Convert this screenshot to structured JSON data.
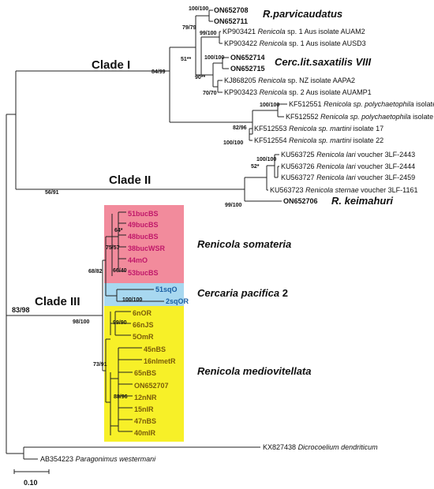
{
  "clades": {
    "clade1": "Clade I",
    "clade2": "Clade II",
    "clade3": "Clade III"
  },
  "group_labels": {
    "parvicaudatus": "R.parvicaudatus",
    "saxatilis": "Cerc.lit.saxatilis VIII",
    "keimahuri": "R. keimahuri",
    "somateria": "Renicola somateria",
    "pacifica_italic": "Cercaria pacifica",
    "pacifica_num": "2",
    "mediovitellata": "Renicola mediovitellata"
  },
  "tips": {
    "on652708": "ON652708",
    "on652711": "ON652711",
    "kp903421_acc": "KP903421",
    "kp903421_sp": "Renicola",
    "kp903421_rest": "sp. 1 Aus isolate AUAM2",
    "kp903422_acc": "KP903422",
    "kp903422_sp": "Renicola",
    "kp903422_rest": "sp. 1 Aus isolate AUSD3",
    "on652714": "ON652714",
    "on652715": "ON652715",
    "kj868205_acc": "KJ868205",
    "kj868205_sp": "Renicola",
    "kj868205_rest": "sp. NZ isolate AAPA2",
    "kp903423_acc": "KP903423",
    "kp903423_sp": "Renicola",
    "kp903423_rest": "sp. 2 Aus isolate AUAMP1",
    "kf512551_acc": "KF512551",
    "kf512551_sp": "Renicola sp. polychaetophila",
    "kf512551_rest": "isolate",
    "kf512552_acc": "KF512552",
    "kf512552_sp": "Renicola sp. polychaetophila",
    "kf512552_rest": "isolate",
    "kf512553_acc": "KF512553",
    "kf512553_sp": "Renicola sp. martini",
    "kf512553_rest": "isolate 17",
    "kf512554_acc": "KF512554",
    "kf512554_sp": "Renicola sp. martini",
    "kf512554_rest": "isolate 22",
    "ku563725_acc": "KU563725",
    "ku563725_sp": "Renicola lari",
    "ku563725_rest": "voucher 3LF-2443",
    "ku563726_acc": "KU563726",
    "ku563726_sp": "Renicola lari",
    "ku563726_rest": "voucher 3LF-2444",
    "ku563727_acc": "KU563727",
    "ku563727_sp": "Renicola lari",
    "ku563727_rest": "voucher 3LF-2459",
    "ku563723_acc": "KU563723",
    "ku563723_sp": "Renicola sternae",
    "ku563723_rest": "voucher 3LF-1161",
    "on652706": "ON652706",
    "t51bucBS": "51bucBS",
    "t49bucBS": "49bucBS",
    "t48bucBS": "48bucBS",
    "t38bucWSR": "38bucWSR",
    "t44mO": "44mO",
    "t53bucBS": "53bucBS",
    "t51sqO": "51sqO",
    "t2sqOR": "2sqOR",
    "t6nOR": "6nOR",
    "t66nJS": "66nJS",
    "t5OmR": "5OmR",
    "t45nBS": "45nBS",
    "t16nlmetR": "16nlmetR",
    "t65nBS": "65nBS",
    "on652707": "ON652707",
    "t12nNR": "12nNR",
    "t15nIR": "15nIR",
    "t47nBS": "47nBS",
    "t40mIR": "40mIR",
    "kx827438_acc": "KX827438",
    "kx827438_sp": "Dicrocoelium dendriticum",
    "ab354223_acc": "AB354223",
    "ab354223_sp": "Paragonimus westermani"
  },
  "supports": {
    "root": "83/98",
    "ingroup": "56/91",
    "clade1": "84/99",
    "c1_upper": "79/79",
    "parvi": "100/100",
    "aus1": "99/100",
    "c51": "51**",
    "sax": "100/100",
    "c90": "90**",
    "c70": "70/70",
    "poly": "100/100",
    "c82": "82/96",
    "martini": "100/100",
    "c52": "52*",
    "lari": "100/100",
    "clade2": "99/100",
    "clade3": "98/100",
    "c68": "68/82",
    "c75": "75/57",
    "c64": "64*",
    "c66": "66/40",
    "pacif": "100/100",
    "c73": "73/91",
    "c99": "99/90",
    "c88": "88/96"
  },
  "scale_bar": "0.10",
  "colors": {
    "somateria_box": "#f28b9c",
    "pacifica_box": "#a8d8f0",
    "mediovitellata_box": "#f7f028",
    "lines": "#222222"
  }
}
